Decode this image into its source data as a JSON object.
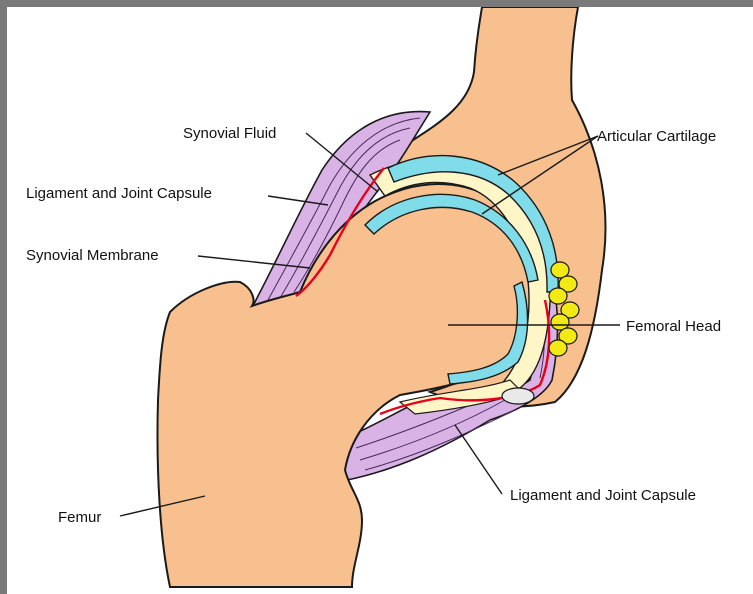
{
  "labels": {
    "synovial_fluid": "Synovial Fluid",
    "articular_cartilage": "Articular Cartilage",
    "ligament_capsule_upper": "Ligament and Joint Capsule",
    "synovial_membrane": "Synovial Membrane",
    "femoral_head": "Femoral Head",
    "ligament_capsule_lower": "Ligament and Joint Capsule",
    "femur": "Femur"
  },
  "colors": {
    "bone": "#f7c08e",
    "cartilage": "#7fdce8",
    "synovial_fluid": "#fff6c8",
    "ligament": "#d9b3e6",
    "membrane": "#e8001a",
    "fat_pad": "#f2ea14",
    "frame": "#7a7a7a"
  }
}
